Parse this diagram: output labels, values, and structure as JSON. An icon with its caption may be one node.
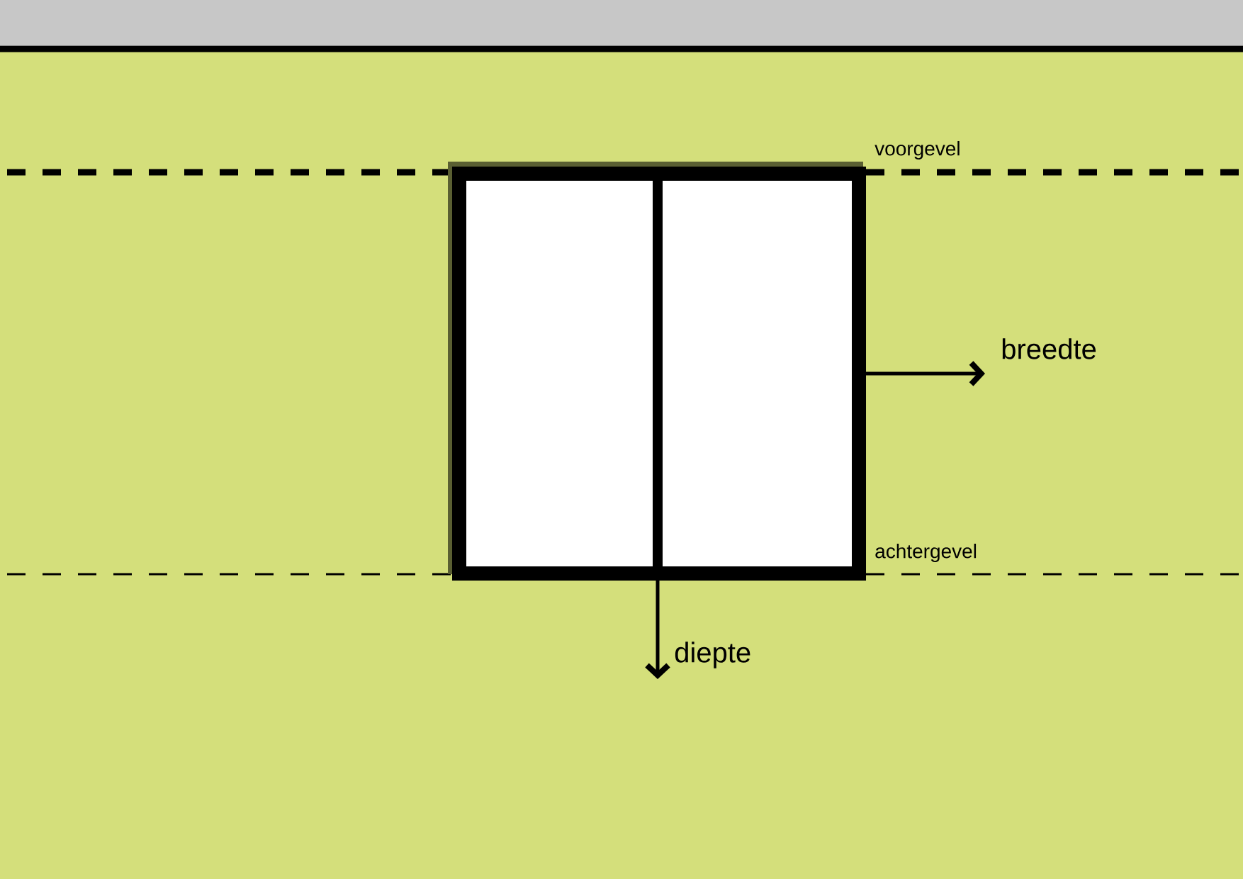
{
  "diagram": {
    "labels": [
      "voorgevel",
      "achtergevel",
      "breedte",
      "diepte"
    ]
  }
}
